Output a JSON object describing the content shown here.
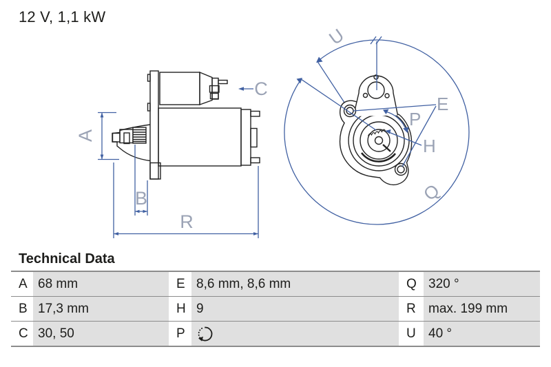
{
  "title": "12 V, 1,1 kW",
  "diagram": {
    "side_view_labels": {
      "A": "A",
      "B": "B",
      "C": "C",
      "R": "R"
    },
    "front_view_labels": {
      "U": "U",
      "E": "E",
      "P": "P",
      "H": "H",
      "Q": "Q"
    },
    "colors": {
      "dimension_blue": "#4060a2",
      "label_muted": "#9ba3b5",
      "drawing_dark": "#222222",
      "table_cell_gray": "#e0e0e0",
      "table_border_gray": "#8c8c8c"
    }
  },
  "table": {
    "heading": "Technical Data",
    "rows": [
      {
        "cells": [
          {
            "key": "A",
            "value": "68 mm"
          },
          {
            "key": "E",
            "value": "8,6 mm, 8,6 mm"
          },
          {
            "key": "Q",
            "value": "320 °"
          }
        ]
      },
      {
        "cells": [
          {
            "key": "B",
            "value": "17,3 mm"
          },
          {
            "key": "H",
            "value": "9"
          },
          {
            "key": "R",
            "value": "max. 199 mm"
          }
        ]
      },
      {
        "cells": [
          {
            "key": "C",
            "value": "30, 50"
          },
          {
            "key": "P",
            "value": ""
          },
          {
            "key": "U",
            "value": "40 °"
          }
        ]
      }
    ],
    "p_icon": "rotation-ccw-icon"
  }
}
